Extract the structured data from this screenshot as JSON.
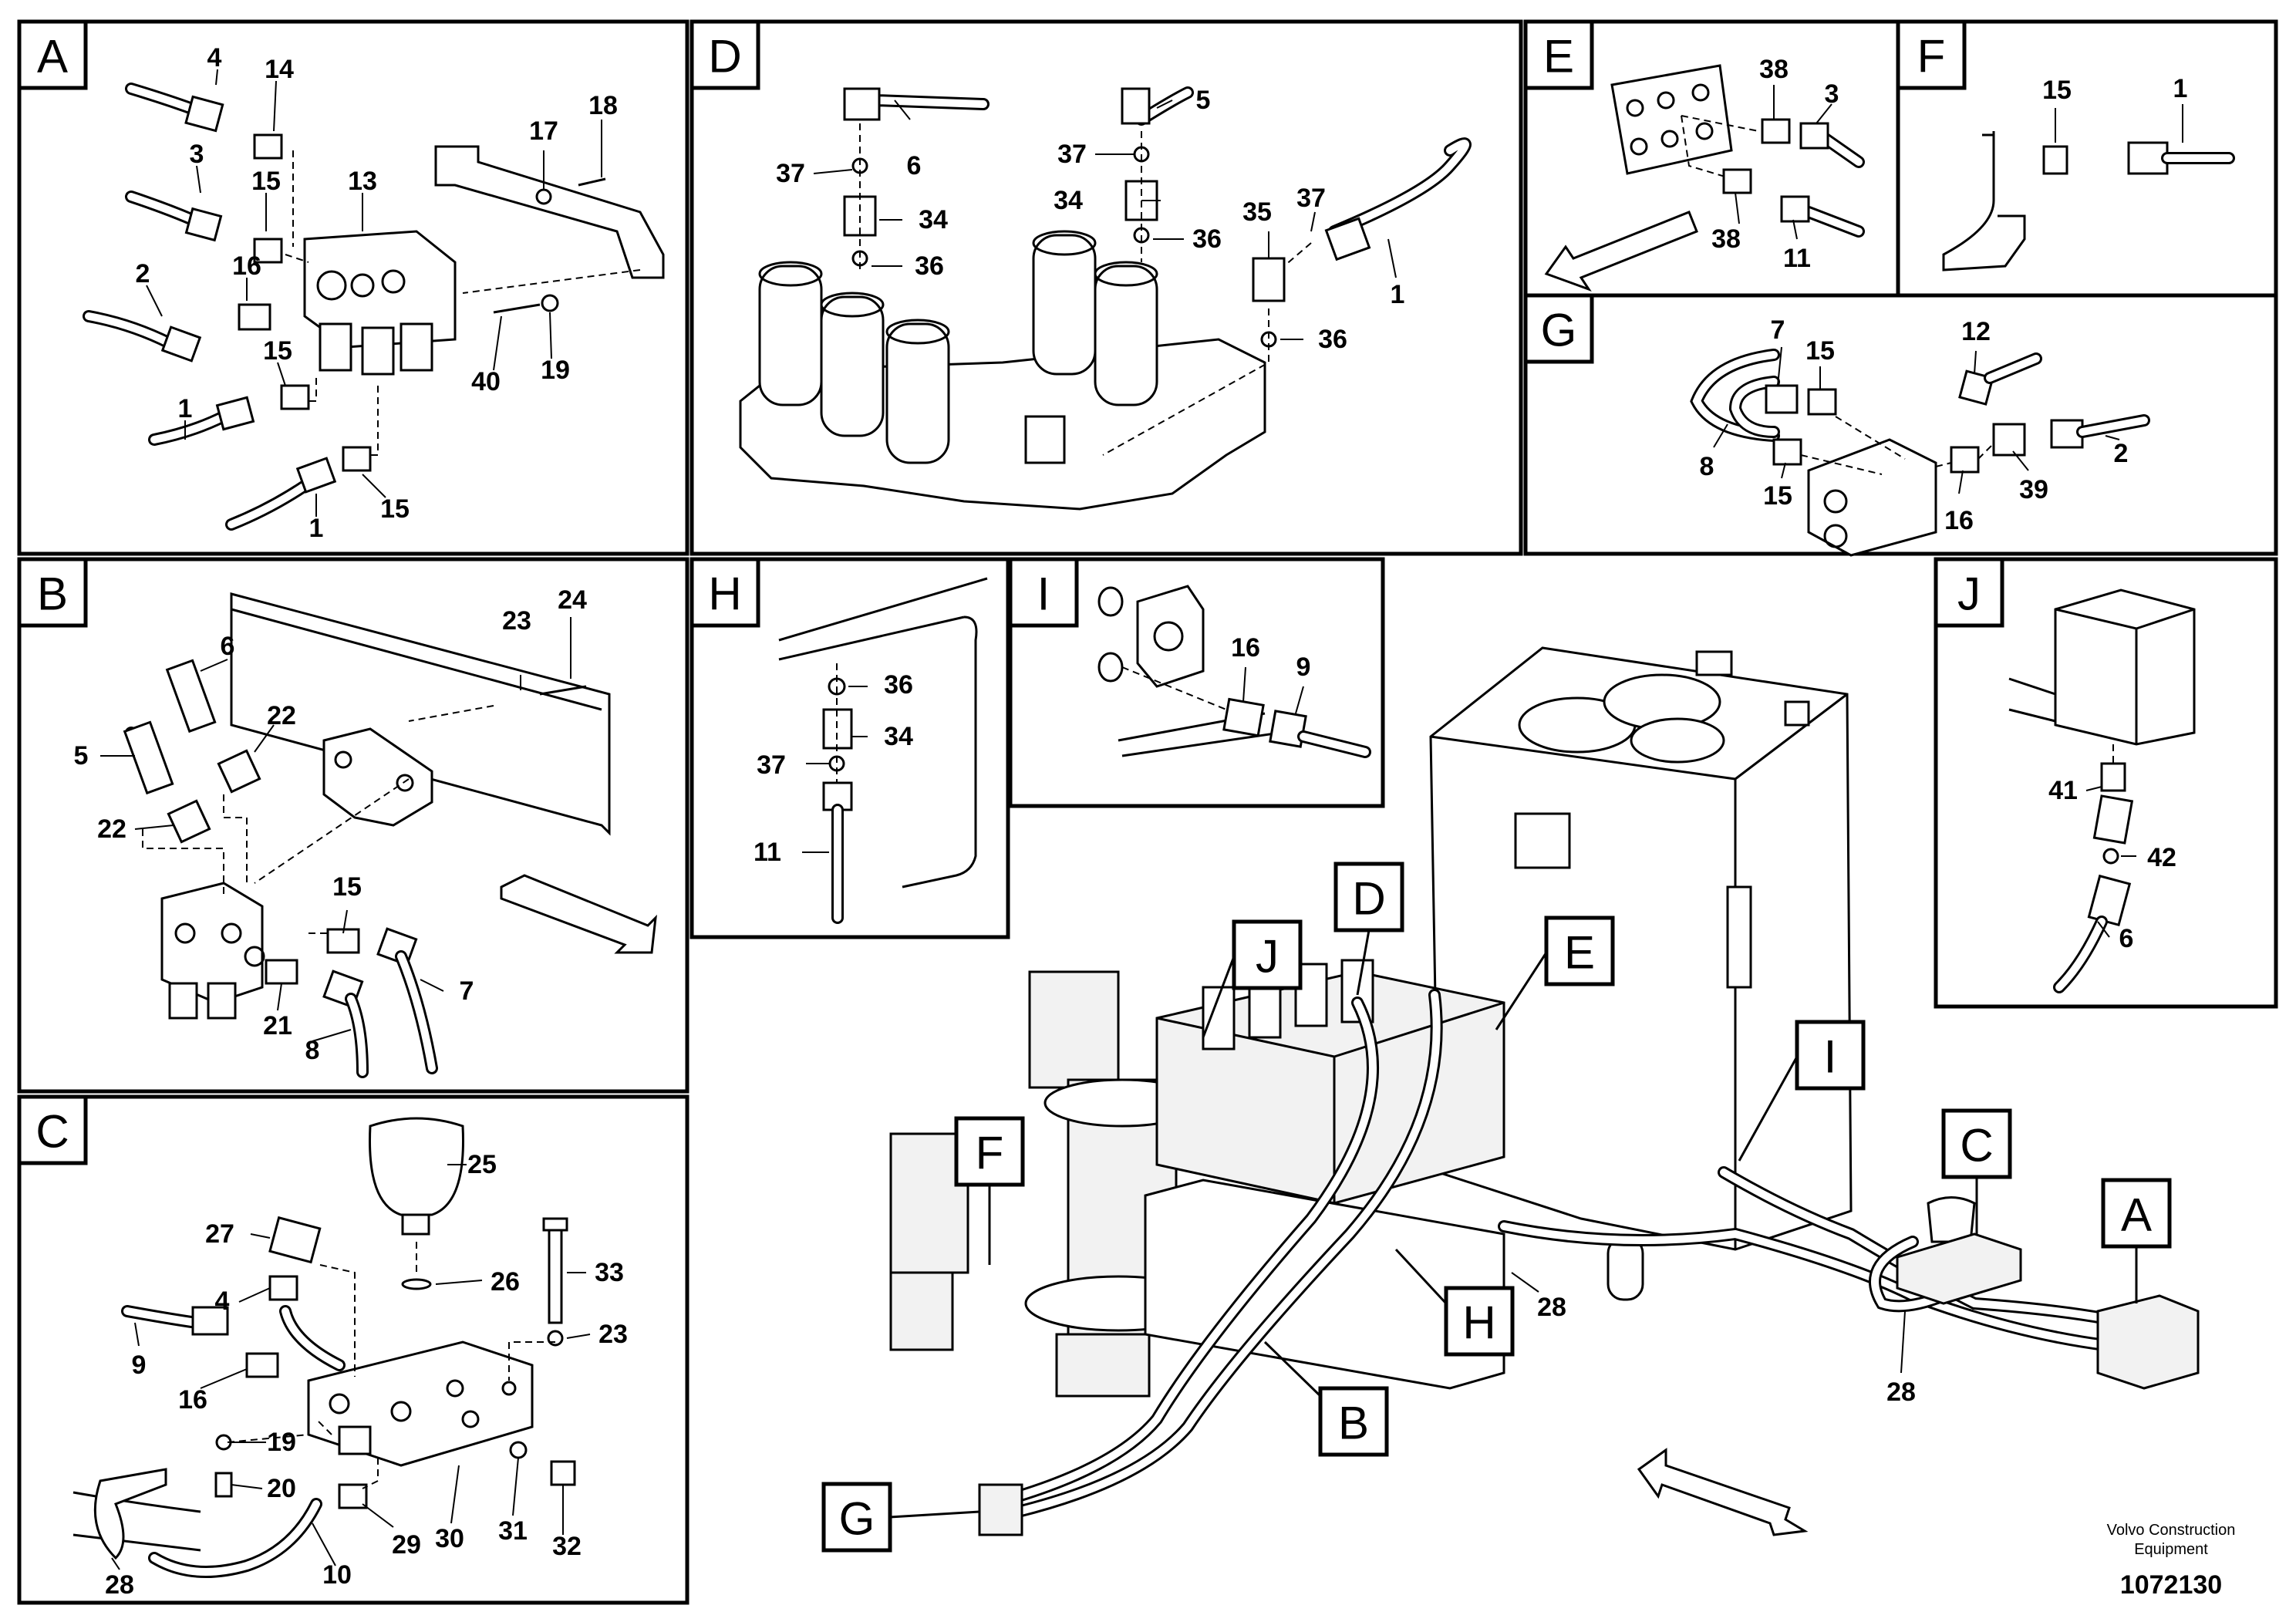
{
  "panels": {
    "A": {
      "tag": "A",
      "labels": [
        "4",
        "14",
        "3",
        "15",
        "13",
        "17",
        "18",
        "2",
        "16",
        "15",
        "40",
        "19",
        "1",
        "1",
        "15"
      ]
    },
    "B": {
      "tag": "B",
      "labels": [
        "23",
        "24",
        "6",
        "22",
        "5",
        "22",
        "15",
        "7",
        "21",
        "8"
      ]
    },
    "C": {
      "tag": "C",
      "labels": [
        "25",
        "27",
        "26",
        "33",
        "4",
        "23",
        "9",
        "16",
        "19",
        "20",
        "30",
        "31",
        "29",
        "32",
        "28",
        "10"
      ]
    },
    "D": {
      "tag": "D",
      "labels": [
        "5",
        "6",
        "37",
        "37",
        "34",
        "34",
        "36",
        "36",
        "35",
        "37",
        "1",
        "36"
      ]
    },
    "E": {
      "tag": "E",
      "labels": [
        "38",
        "3",
        "38",
        "11"
      ]
    },
    "F": {
      "tag": "F",
      "labels": [
        "15",
        "1"
      ]
    },
    "G": {
      "tag": "G",
      "labels": [
        "12",
        "7",
        "15",
        "8",
        "15",
        "39",
        "2",
        "16"
      ]
    },
    "H": {
      "tag": "H",
      "labels": [
        "36",
        "34",
        "37",
        "11"
      ]
    },
    "I": {
      "tag": "I",
      "labels": [
        "16",
        "9"
      ]
    },
    "J": {
      "tag": "J",
      "labels": [
        "41",
        "42",
        "6"
      ]
    }
  },
  "overview": {
    "callouts": [
      "D",
      "J",
      "E",
      "I",
      "F",
      "C",
      "A",
      "H",
      "B",
      "G"
    ],
    "labels": [
      "28",
      "28"
    ]
  },
  "brand_line1": "Volvo Construction",
  "brand_line2": "Equipment",
  "drawing_number": "1072130"
}
